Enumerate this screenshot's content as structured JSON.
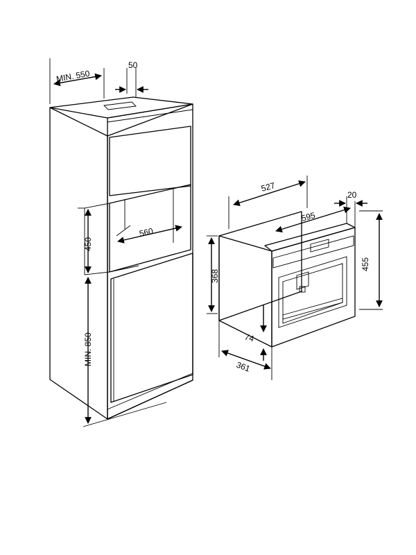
{
  "diagram": {
    "tall_unit": {
      "min_depth_label": "MIN. 550",
      "vent_gap_label": "50",
      "niche_width_label": "560",
      "niche_height_label": "450",
      "min_floor_height_label": "MIN. 850"
    },
    "appliance": {
      "depth_label": "527",
      "front_thickness_label": "20",
      "width_label": "595",
      "front_height_label": "455",
      "body_height_label": "368",
      "offset_label": "74",
      "body_depth_label": "361"
    }
  }
}
